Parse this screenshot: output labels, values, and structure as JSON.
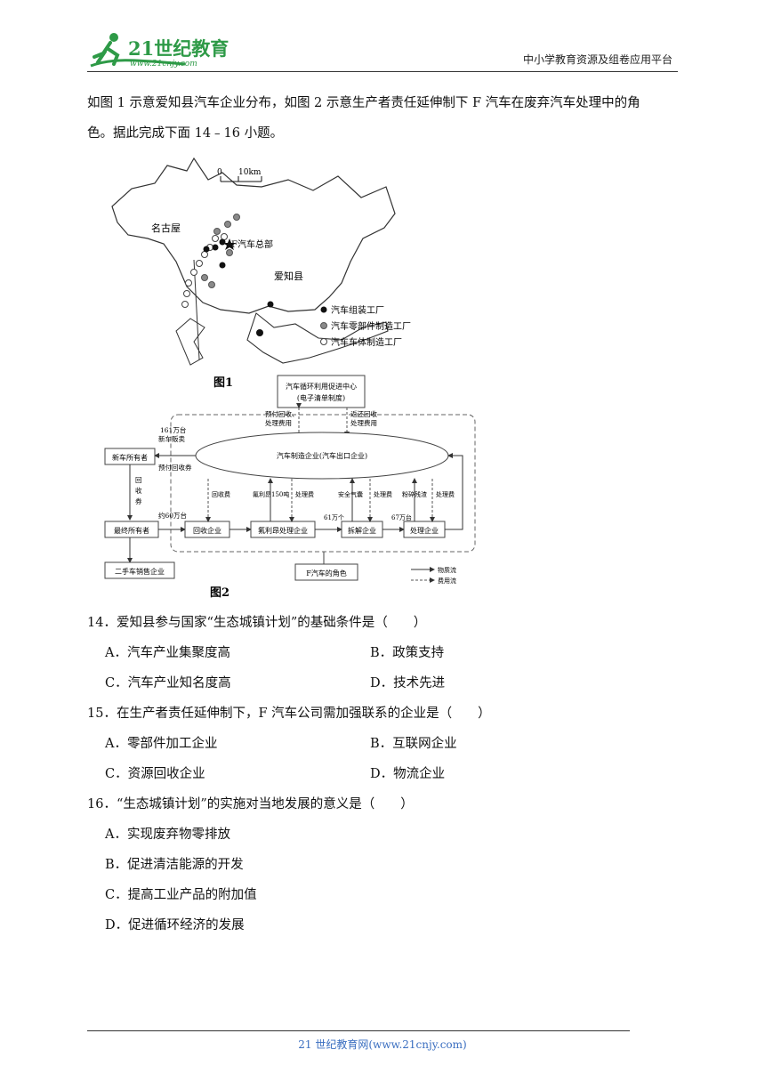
{
  "header": {
    "logo_text": "21世纪教育",
    "logo_url": "www.21cnjy.com",
    "right_text": "中小学教育资源及组卷应用平台"
  },
  "intro": {
    "line1": "如图 1 示意爱知县汽车企业分布，如图 2 示意生产者责任延伸制下 F 汽车在废弃汽车处理中的角",
    "line2": "色。据此完成下面 14﹣16 小题。"
  },
  "fig1": {
    "label": "图1",
    "scale_zero": "0",
    "scale_end": "10km",
    "city_nagoya": "名古屋",
    "hq_label": "F汽车总部",
    "county": "爱知县",
    "legend": [
      {
        "label": "汽车组装工厂",
        "color": "#111111"
      },
      {
        "label": "汽车零部件制造工厂",
        "color": "#8a8a8a"
      },
      {
        "label": "汽车车体制造工厂",
        "color": "#ffffff"
      }
    ]
  },
  "fig2": {
    "label": "图2",
    "center_l1": "汽车循环利用促进中心",
    "center_l2": "(电子清单制度)",
    "prepay_l1": "预付回收、",
    "prepay_l2": "处理费用",
    "return_l1": "返还回收",
    "return_l2": "处理费用",
    "ellipse": "汽车制造企业(汽车出口企业)",
    "sales_l1": "161万台",
    "sales_l2": "新车贩卖",
    "new_owner": "新车所有者",
    "prepay_coupon": "预付回收券",
    "coupon_l1": "回",
    "coupon_l2": "收",
    "coupon_l3": "券",
    "approx": "约60万台",
    "final_owner": "最终所有者",
    "recycle": "回收企业",
    "freon": "氟利昂处理企业",
    "dismantle": "拆解企业",
    "process": "处理企业",
    "used_car": "二手车销售企业",
    "role": "F汽车的角色",
    "v_recycle_fee": "回收费",
    "v_freon150": "氟利昂150吨",
    "v_fee1": "处理费",
    "v_airbag": "安全气囊",
    "v_fee2": "处理费",
    "v_shred": "粉碎残渣",
    "v_fee3": "处理费",
    "n61": "61万个",
    "n67": "67万台",
    "legend_material": "物质流",
    "legend_cost": "费用流"
  },
  "questions": [
    {
      "stem": "14．爱知县参与国家“生态城镇计划”的基础条件是（　　）",
      "options": [
        "A．汽车产业集聚度高",
        "B．政策支持",
        "C．汽车产业知名度高",
        "D．技术先进"
      ]
    },
    {
      "stem": "15．在生产者责任延伸制下，F 汽车公司需加强联系的企业是（　　）",
      "options": [
        "A．零部件加工企业",
        "B．互联网企业",
        "C．资源回收企业",
        "D．物流企业"
      ]
    },
    {
      "stem": "16．“生态城镇计划”的实施对当地发展的意义是（　　）",
      "options": [
        "A．实现废弃物零排放",
        "B．促进清洁能源的开发",
        "C．提高工业产品的附加值",
        "D．促进循环经济的发展"
      ]
    }
  ],
  "footer": {
    "text": "21 世纪教育网(www.21cnjy.com)"
  }
}
